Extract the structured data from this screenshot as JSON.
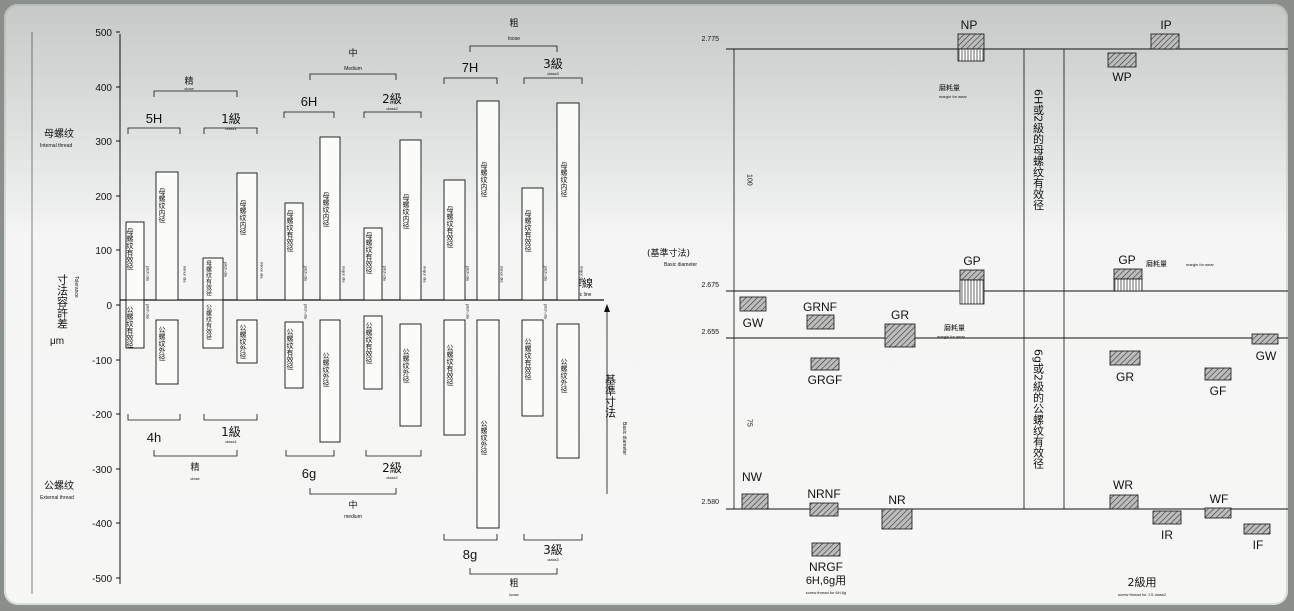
{
  "left": {
    "y_ticks": [
      "500",
      "400",
      "300",
      "200",
      "100",
      "0",
      "-100",
      "-200",
      "-300",
      "-400",
      "-500"
    ],
    "ylabel_zh": "寸法容許差",
    "ylabel_en": "Tolerance",
    "ylabel_unit": "μm",
    "internal_zh": "母螺纹",
    "internal_en": "Internal thread",
    "external_zh": "公螺纹",
    "external_en": "External thread",
    "basic_line_zh": "基準線",
    "basic_line_en": "Basic line",
    "basic_dim_zh": "基準寸法",
    "basic_dim_en": "Basic diameter",
    "close_zh": "精",
    "close_en": "close",
    "medium_zh": "中",
    "medium_en": "Medium",
    "medium_lc": "medium",
    "loose_zh": "粗",
    "loose_en": "loose",
    "grade_5H": "5H",
    "grade_1_zh": "1級",
    "grade_class1": "class1",
    "grade_6H": "6H",
    "grade_2_zh": "2級",
    "grade_class2": "class2",
    "grade_7H": "7H",
    "grade_3_zh": "3級",
    "grade_class3": "class3",
    "grade_4h": "4h",
    "grade_6g": "6g",
    "grade_8g": "8g",
    "bar_pitch_zh": "母螺纹有效径",
    "bar_major_zh": "母螺纹内径",
    "bar_minor_zh": "公螺纹外径",
    "bar_ext_pitch_zh": "公螺纹有效径",
    "lbl_pitch_dia": "pitch dia",
    "lbl_minor_dia": "minor dia",
    "lbl_major_dia": "major dia"
  },
  "right": {
    "values": [
      "2.775",
      "2.675",
      "2.655",
      "2.580"
    ],
    "gauges": [
      "NP",
      "IP",
      "WP",
      "GP",
      "GP",
      "GRNF",
      "GW",
      "GR",
      "GRGF",
      "GR",
      "GW",
      "GF",
      "NW",
      "NRNF",
      "NR",
      "NRGF",
      "WR",
      "WF",
      "IR",
      "IF"
    ],
    "margin_zh": "磨耗量",
    "margin_en": "margin for wear",
    "basic_dia_zh": "(基準寸法)",
    "basic_dia_en": "Basic diameter",
    "internal_tol_zh": "6H或2級的母螺纹有效径",
    "external_tol_zh": "6g或2級的公螺纹有效径",
    "dim_100": "100",
    "dim_75": "75",
    "foot_left_zh": "6H,6g用",
    "foot_left_en": "screw thread for 6H,6g",
    "foot_right_zh": "2級用",
    "foot_right_en": "screw thread for J.S class2"
  }
}
